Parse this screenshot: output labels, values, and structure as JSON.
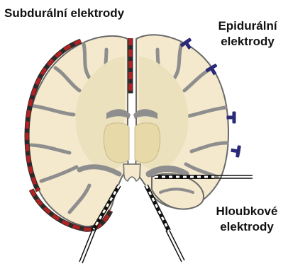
{
  "labels": {
    "subdural": "Subdurální elektrody",
    "epidural_line1": "Epidurální",
    "epidural_line2": "elektrody",
    "depth_line1": "Hloubkové",
    "depth_line2": "elektrody"
  },
  "colors": {
    "cortex": "#f4e9cc",
    "white_matter": "#ece1bd",
    "deep_structures": "#e8d9a8",
    "gray_tissue": "#8e8e8e",
    "outline": "#6a6a6a",
    "subdural_strip": "#b22222",
    "epidural_electrode": "#2a2a78",
    "depth_electrode": "#111111"
  }
}
